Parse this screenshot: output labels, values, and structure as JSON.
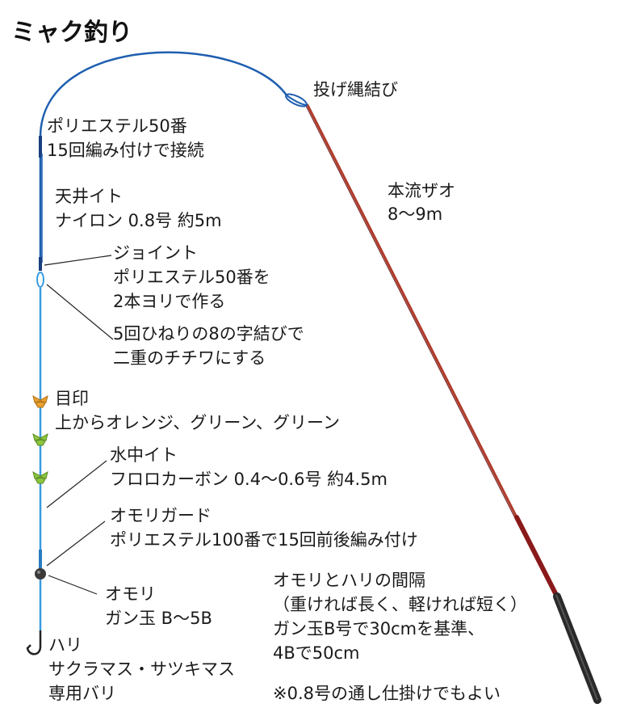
{
  "title": "ミャク釣り",
  "labels": {
    "throw_knot": "投げ縄結び",
    "rod_name": "本流ザオ",
    "rod_length": "8〜9m",
    "connect_1": "ポリエステル50番",
    "connect_2": "15回編み付けで接続",
    "tenjo_1": "天井イト",
    "tenjo_2": "ナイロン 0.8号 約5m",
    "joint_1": "ジョイント",
    "joint_2": "ポリエステル50番を",
    "joint_3": "2本ヨリで作る",
    "chichiwa_1": "5回ひねりの8の字結びで",
    "chichiwa_2": "二重のチチワにする",
    "mark_1": "目印",
    "mark_2": "上からオレンジ、グリーン、グリーン",
    "suichu_1": "水中イト",
    "suichu_2": "フロロカーボン 0.4〜0.6号 約4.5m",
    "guard_1": "オモリガード",
    "guard_2": "ポリエステル100番で15回前後編み付け",
    "omori_1": "オモリ",
    "omori_2": "ガン玉 B〜5B",
    "hook_1": "ハリ",
    "hook_2": "サクラマス・サツキマス",
    "hook_3": "専用バリ",
    "spacing_1": "オモリとハリの間隔",
    "spacing_2": "（重ければ長く、軽ければ短く）",
    "spacing_3": "ガン玉B号で30cmを基準、",
    "spacing_4": "4Bで50cm",
    "note": "※0.8号の通し仕掛けでもよい"
  },
  "colors": {
    "line_blue": "#1f5fb0",
    "suichu_blue": "#3a9be0",
    "rod_red": "#8a1a1a",
    "rod_grip": "#2a2a2a",
    "marker_orange": "#e8a030",
    "marker_green": "#8cc63f",
    "sinker": "#3a3a3a"
  },
  "icons": [
    "hook-icon",
    "sinker-icon",
    "marker-orange-icon",
    "marker-green-icon"
  ]
}
